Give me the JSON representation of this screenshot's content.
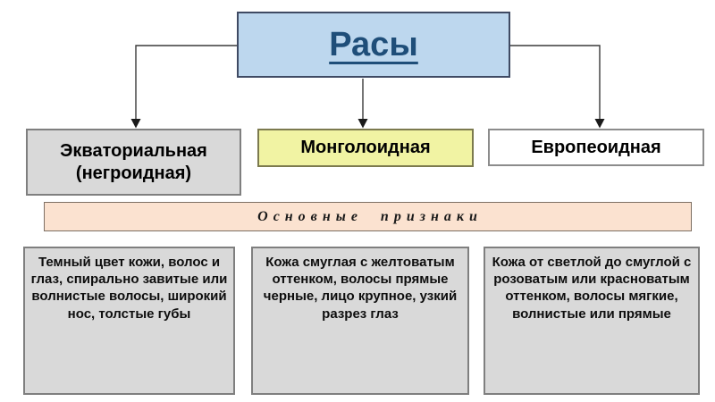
{
  "diagram": {
    "root": {
      "label": "Расы"
    },
    "banner": {
      "label": "О с н о в н ы е     п р и з н а к и"
    },
    "branches": [
      {
        "label": "Экваториальная (негроидная)",
        "fill": "#d9d9d9",
        "description": "Темный цвет кожи, волос и глаз, спирально завитые или волнистые волосы, широкий нос, толстые губы"
      },
      {
        "label": "Монголоидная",
        "fill": "#f1f3a3",
        "description": "Кожа смуглая с желтоватым оттенком, волосы прямые черные, лицо крупное, узкий разрез глаз"
      },
      {
        "label": "Европеоидная",
        "fill": "#ffffff",
        "description": "Кожа от светлой до смуглой с розоватым или красноватым оттенком, волосы мягкие, волнистые или прямые"
      }
    ],
    "colors": {
      "root_fill": "#bdd7ee",
      "root_text": "#1f4e79",
      "root_border": "#3f4a63",
      "gray_fill": "#d9d9d9",
      "gray_border": "#7f7f7f",
      "yellow_fill": "#f1f3a3",
      "yellow_border": "#7c7a4e",
      "white_fill": "#ffffff",
      "banner_fill": "#fbe2d0",
      "banner_border": "#7d6f63",
      "connector": "#3a3a3a"
    }
  }
}
